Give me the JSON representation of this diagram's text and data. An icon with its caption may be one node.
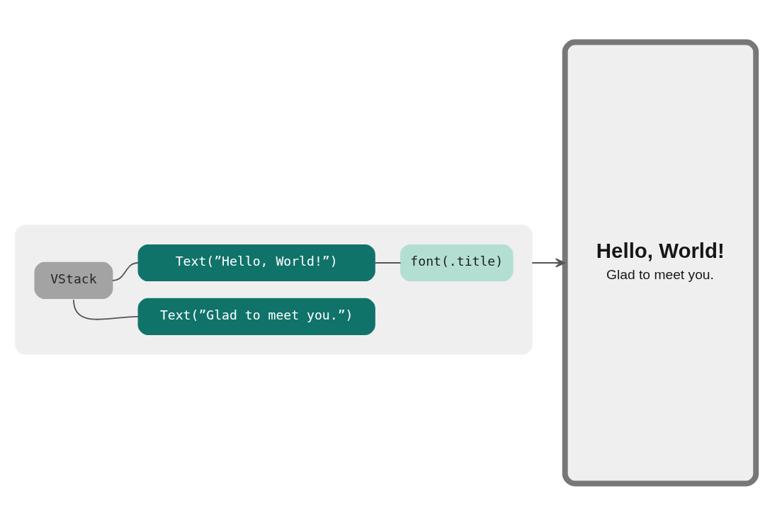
{
  "diagram": {
    "nodes": [
      {
        "text": [],
        "shape": "box"
      },
      {
        "text": [
          "VStack"
        ],
        "in": 0
      },
      {
        "text": [
          "Text(”Hello, World!”)"
        ],
        "in": 0
      },
      {
        "text": [
          "font(.title)"
        ],
        "in": 0
      },
      {
        "text": [
          "Text(”Glad to meet you.”)"
        ],
        "in": 0
      },
      {
        "text": [
          "Hello, World!",
          "Glad to meet you."
        ]
      }
    ],
    "edges": [
      {
        "from": 1,
        "to": 2,
        "arrow": "none"
      },
      {
        "from": 2,
        "to": 3,
        "arrow": "none"
      },
      {
        "from": 1,
        "to": 4,
        "arrow": "none"
      },
      {
        "from": 0,
        "to": 5,
        "arrow": "to"
      }
    ]
  }
}
